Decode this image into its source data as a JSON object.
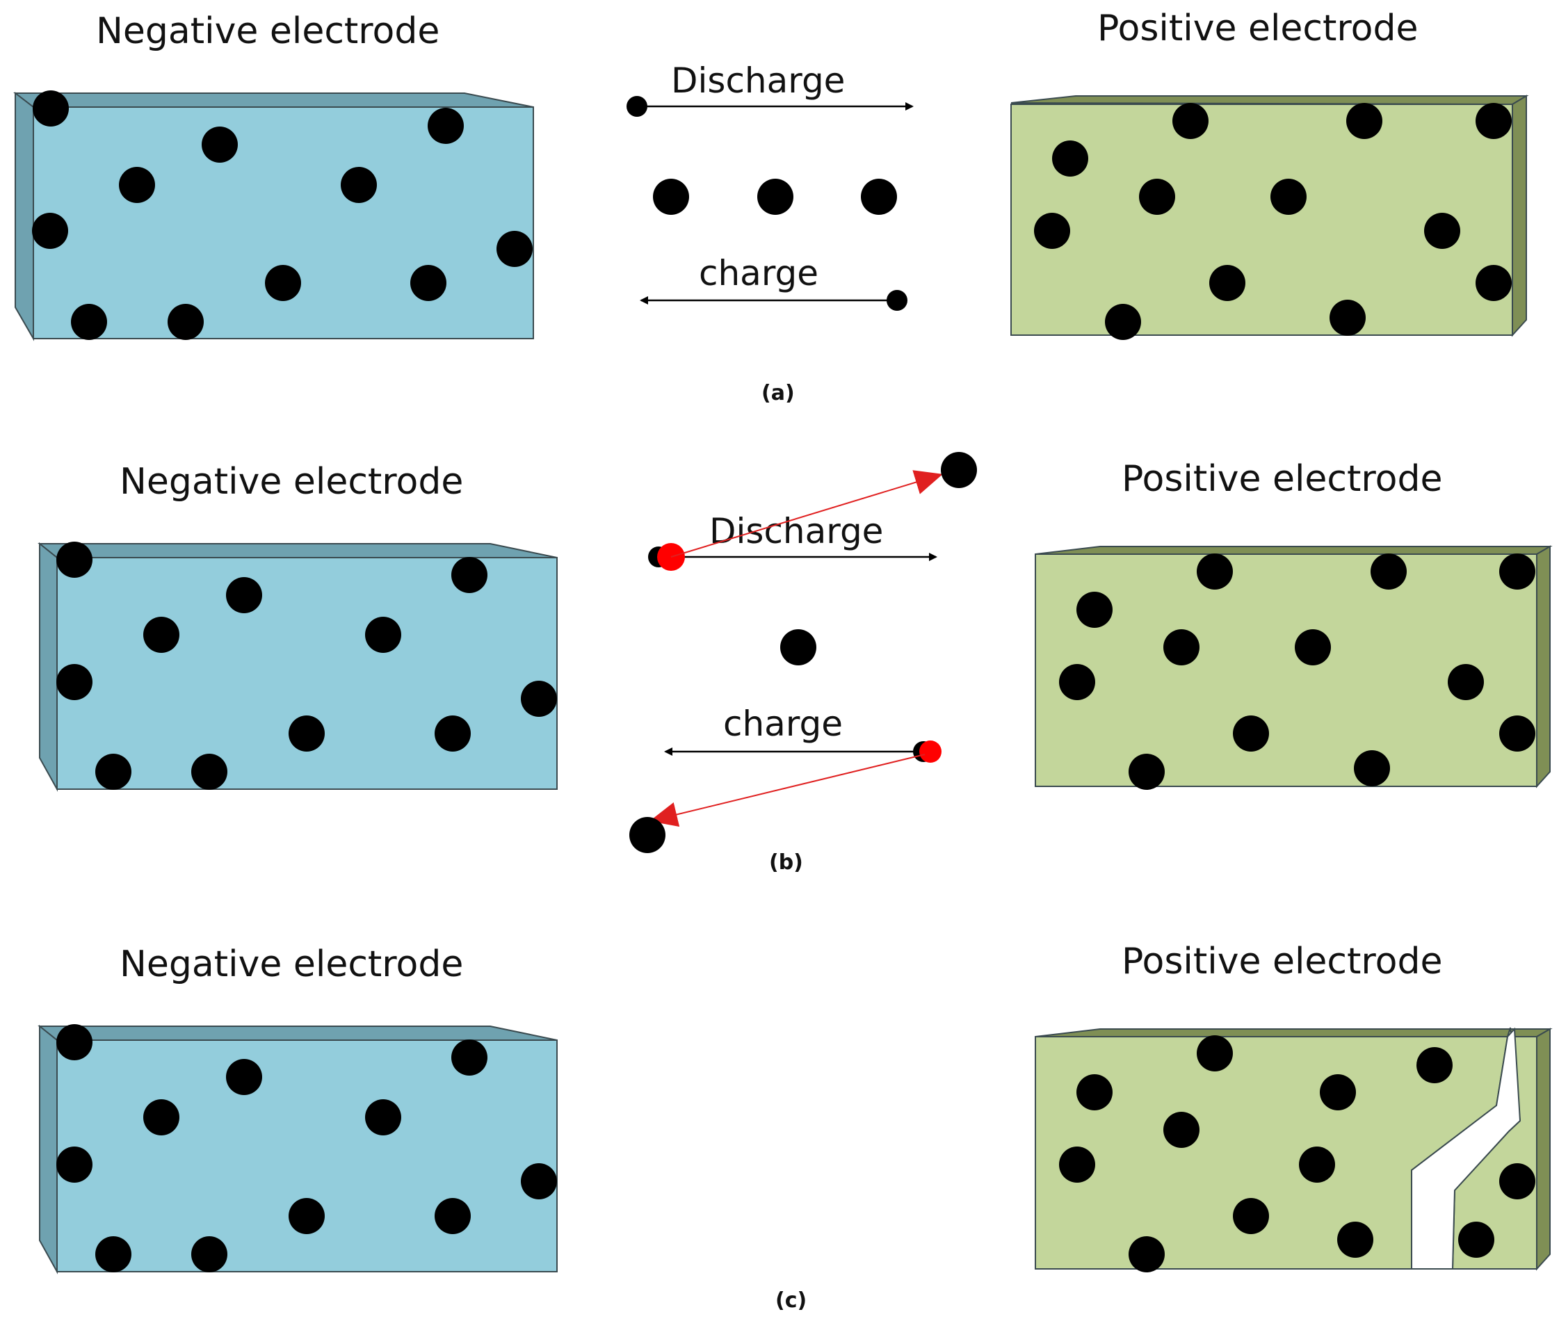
{
  "colors": {
    "negative_front": "#93CDDC",
    "negative_side": "#6FA2B0",
    "positive_front": "#C3D69B",
    "positive_side": "#7F8F55",
    "outline": "#3A4A4F",
    "particle": "#000000",
    "highlight": "#FF0000",
    "arrow_red": "#E02020"
  },
  "panels": [
    {
      "caption": "(a)",
      "negative_label": "Negative electrode",
      "positive_label": "Positive electrode",
      "discharge_label": "Discharge",
      "charge_label": "charge"
    },
    {
      "caption": "(b)",
      "negative_label": "Negative electrode",
      "positive_label": "Positive electrode",
      "discharge_label": "Discharge",
      "charge_label": "charge"
    },
    {
      "caption": "(c)",
      "negative_label": "Negative electrode",
      "positive_label": "Positive electrode"
    }
  ]
}
